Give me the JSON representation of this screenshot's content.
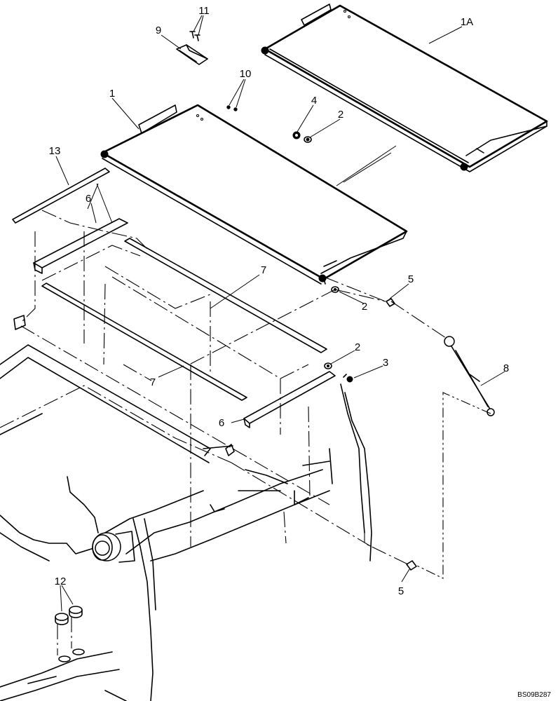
{
  "callouts": {
    "c11": "11",
    "c9": "9",
    "c1a": "1A",
    "c10": "10",
    "c1": "1",
    "c4": "4",
    "c2a": "2",
    "c13": "13",
    "c6a": "6",
    "c7a": "7",
    "c5a": "5",
    "c2b": "2",
    "c2c": "2",
    "c3": "3",
    "c8": "8",
    "c7b": "7",
    "c6b": "6",
    "c5b": "5",
    "c12": "12"
  },
  "figure_code": "BS09B287"
}
